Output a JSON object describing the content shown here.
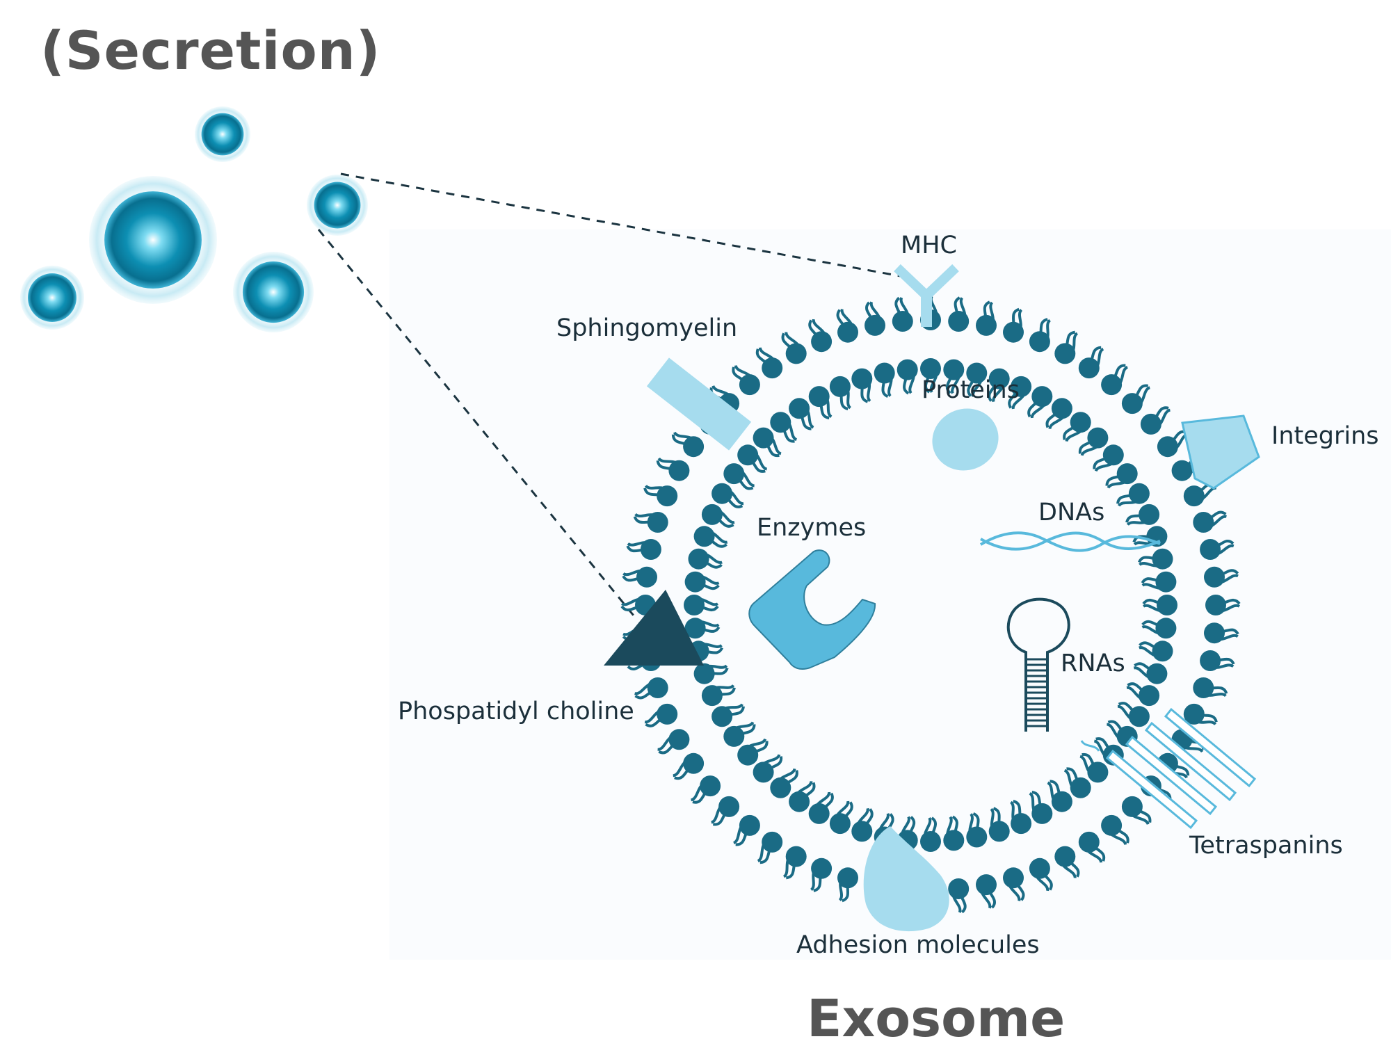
{
  "headings": {
    "secretion": "(Secretion)",
    "exosome": "Exosome"
  },
  "labels": {
    "mhc": "MHC",
    "sphingomyelin": "Sphingomyelin",
    "proteins": "Proteins",
    "integrins": "Integrins",
    "dnas": "DNAs",
    "enzymes": "Enzymes",
    "rnas": "RNAs",
    "phospatidyl_choline": "Phospatidyl choline",
    "tetraspanins": "Tetraspanins",
    "adhesion_molecules": "Adhesion molecules"
  },
  "colors": {
    "heading": "#555555",
    "label": "#1b2f3a",
    "lipid_head": "#1a6b85",
    "light_cyan": "#a6dcee",
    "medium_cyan": "#58b9dc",
    "dark_teal": "#1b4a5c",
    "vesicle_core": "#0d8fb3",
    "vesicle_halo": "#d3eef6"
  }
}
